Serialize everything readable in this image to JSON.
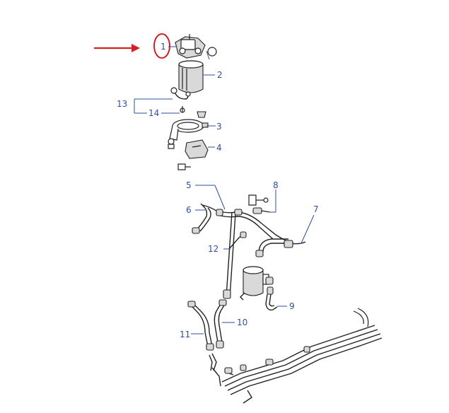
{
  "callouts": {
    "c1": "1",
    "c2": "2",
    "c3": "3",
    "c4": "4",
    "c5": "5",
    "c6": "6",
    "c7": "7",
    "c8": "8",
    "c9": "9",
    "c10": "10",
    "c11": "11",
    "c12": "12",
    "c13": "13",
    "c14": "14"
  },
  "colors": {
    "callout": "#2f4ea0",
    "highlight": "#d42020",
    "line": "#222222"
  }
}
